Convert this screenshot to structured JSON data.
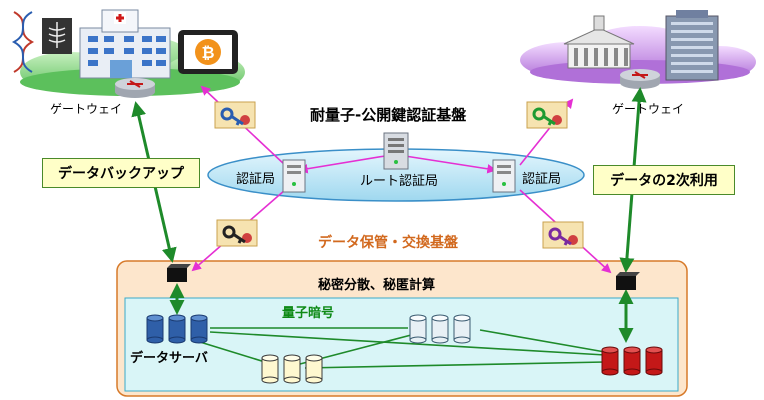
{
  "labels": {
    "gateway_left": "ゲートウェイ",
    "gateway_right": "ゲートウェイ",
    "pki_title": "耐量子-公開鍵認証基盤",
    "ca_left": "認証局",
    "ca_right": "認証局",
    "root_ca": "ルート認証局",
    "backup_box": "データバックアップ",
    "secondary_box": "データの2次利用",
    "storage_title": "データ保管・交換基盤",
    "secret_sharing": "秘密分散、秘匿計算",
    "quantum_crypto": "量子暗号",
    "data_server": "データサーバ"
  },
  "icons": {
    "bitcoin_symbol": "₿"
  },
  "colors": {
    "cloud_left": "#7fd27f",
    "cloud_right": "#c98ee8",
    "pki_ellipse": "#bfe6f5",
    "storage_panel": "#fde6cc",
    "quantum_panel": "#d9f5f7",
    "arrow_green": "#1e8a2a",
    "arrow_magenta": "#e52fd3",
    "db_blue": "#2f5fa8",
    "db_white": "#e8f0f5",
    "db_cream": "#fff8d0",
    "db_red": "#c41818"
  }
}
